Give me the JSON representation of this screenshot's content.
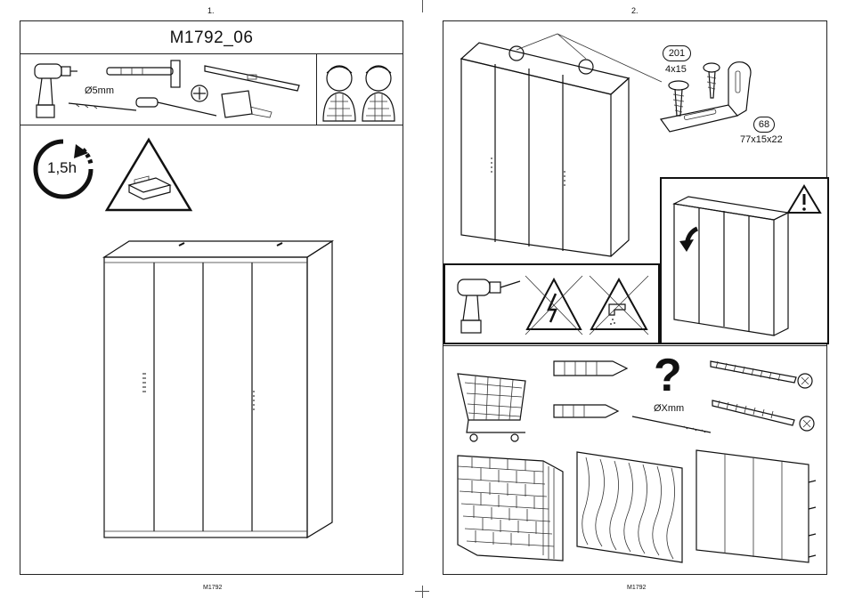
{
  "page_left": {
    "number": "1.",
    "title": "M1792_06",
    "tools": {
      "drill_bit_label": "Ø5mm"
    },
    "time": "1,5h",
    "footer": "M1792"
  },
  "page_right": {
    "number": "2.",
    "hardware": {
      "screw_count": "201",
      "screw_size": "4x15",
      "bracket_count": "68",
      "bracket_size": "77x15x22"
    },
    "question_mark": "?",
    "drill_bit_label": "ØXmm",
    "footer": "M1792"
  },
  "colors": {
    "line": "#222222",
    "background": "#ffffff",
    "panel_border": "#111111"
  },
  "icons": [
    "drill-icon",
    "hammer-icon",
    "spirit-level-icon",
    "screwdriver-icon",
    "tape-measure-icon",
    "phillips-head-icon",
    "clock-arrow-icon",
    "warning-icon",
    "no-electric-icon",
    "no-water-icon",
    "shopping-cart-icon",
    "wall-plug-icon",
    "screw-icon",
    "brick-wall-icon",
    "wood-wall-icon",
    "panel-wall-icon"
  ]
}
